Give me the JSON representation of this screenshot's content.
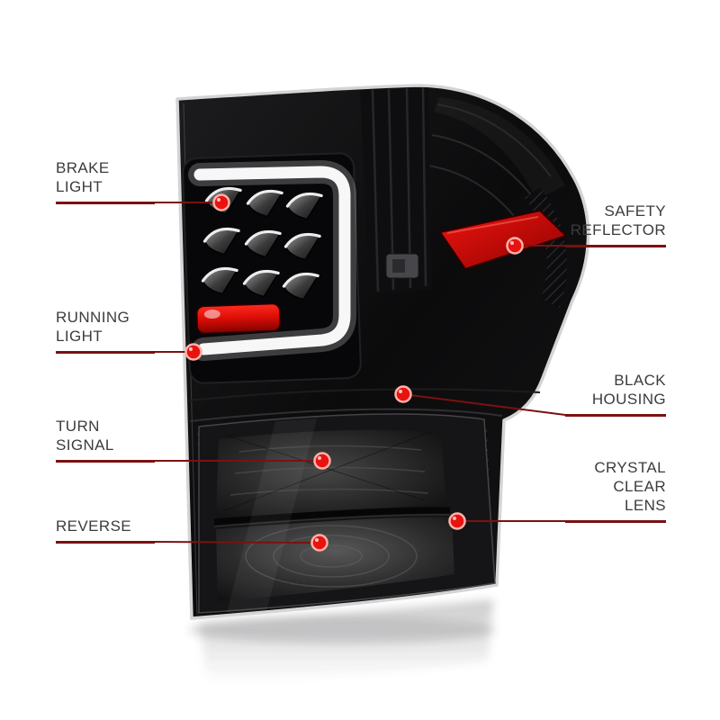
{
  "colors": {
    "background": "#ffffff",
    "label_text": "#3c3c3c",
    "underline": "#7a1111",
    "leader_line": "#7a1212",
    "marker_fill": "#e8130f",
    "marker_ring": "#ffb0a8",
    "housing_black": "#0b0b0c",
    "light_bar_white": "#f7f7f7",
    "reflector_red": "#d80d06"
  },
  "callouts": {
    "brake_light": {
      "line1": "BRAKE",
      "line2": "LIGHT"
    },
    "running_light": {
      "line1": "RUNNING",
      "line2": "LIGHT"
    },
    "turn_signal": {
      "line1": "TURN",
      "line2": "SIGNAL"
    },
    "reverse": {
      "line1": "REVERSE"
    },
    "safety_reflector": {
      "line1": "SAFETY",
      "line2": "REFLECTOR"
    },
    "black_housing": {
      "line1": "BLACK",
      "line2": "HOUSING"
    },
    "crystal_clear_lens": {
      "line1": "CRYSTAL",
      "line2": "CLEAR",
      "line3": "LENS"
    }
  }
}
